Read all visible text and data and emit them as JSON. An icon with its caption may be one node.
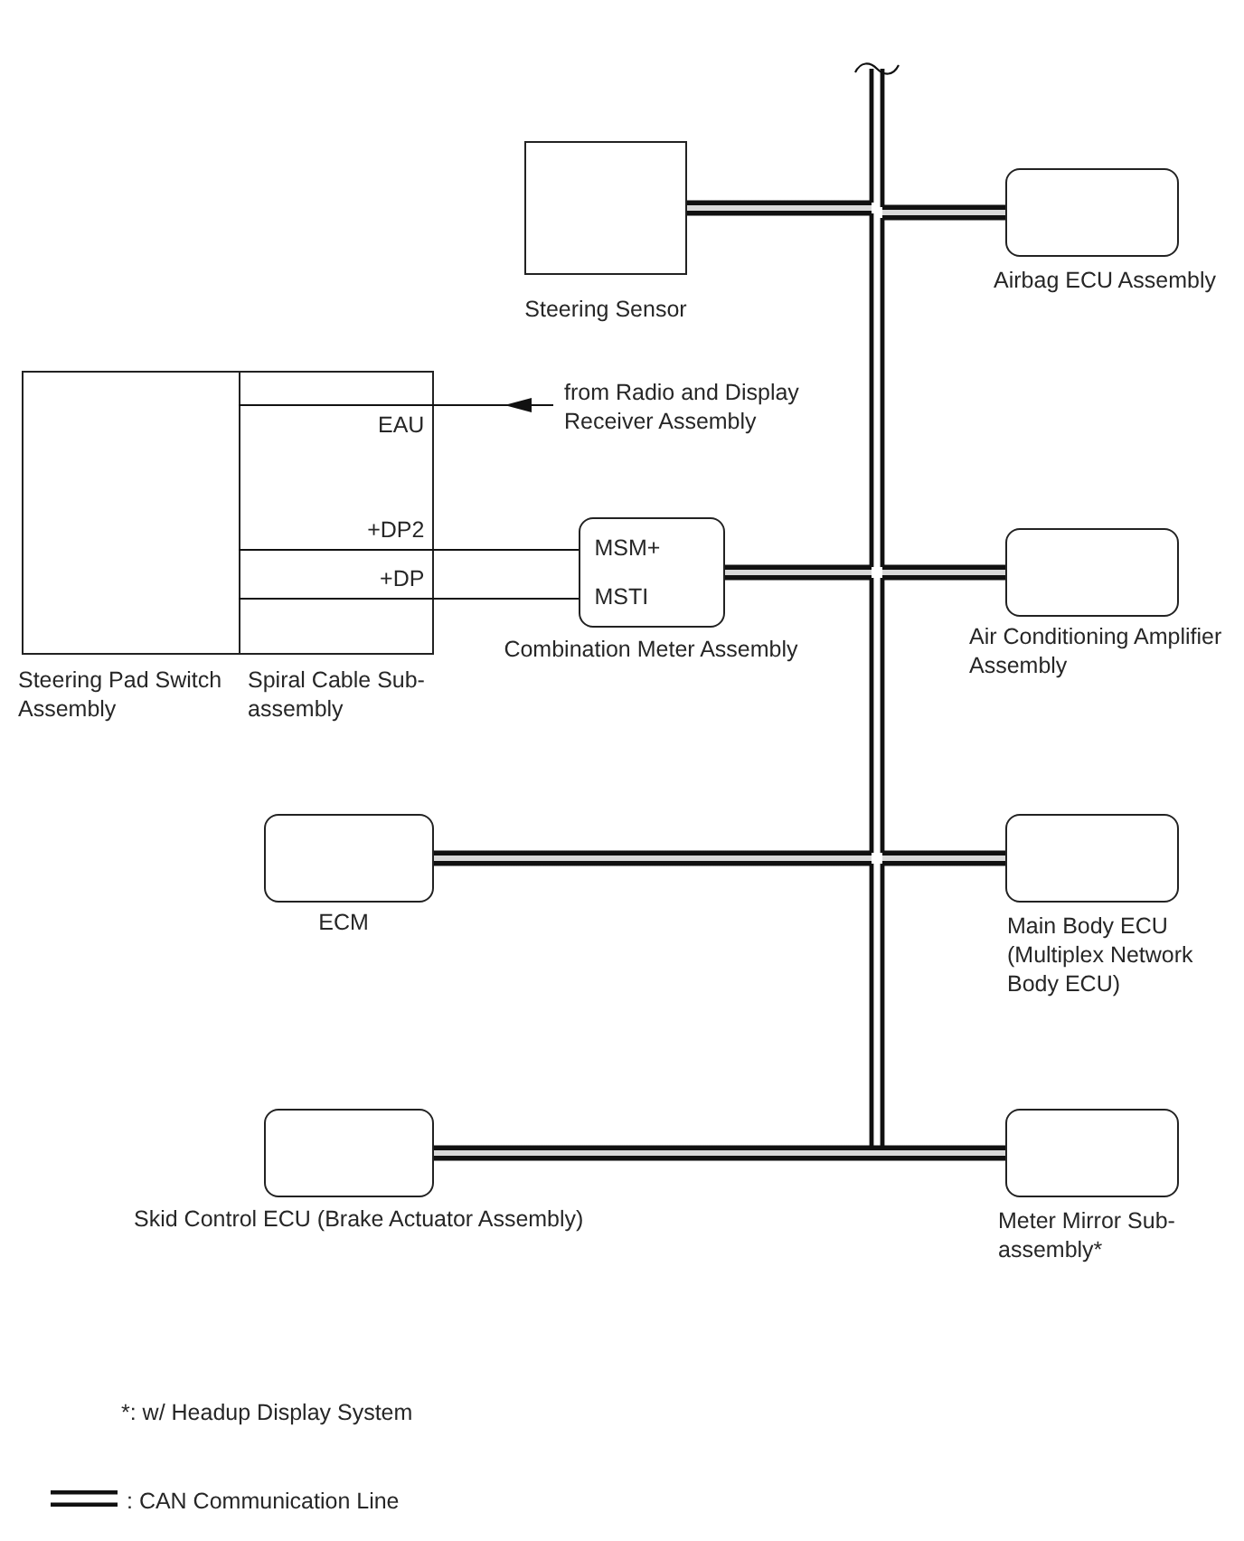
{
  "diagram": {
    "nodes": [
      {
        "text": [
          "Steering Sensor"
        ]
      },
      {
        "text": [
          "Airbag ECU Assembly"
        ]
      },
      {
        "text": [
          "Steering Pad Switch Assembly"
        ]
      },
      {
        "text": [
          "EAU",
          "+DP2",
          "+DP",
          "Spiral Cable Sub-assembly"
        ]
      },
      {
        "text": [
          "from Radio and Display Receiver Assembly"
        ]
      },
      {
        "text": [
          "MSM+",
          "MSTI",
          "Combination Meter Assembly"
        ]
      },
      {
        "text": [
          "Air Conditioning Amplifier Assembly"
        ]
      },
      {
        "text": [
          "ECM"
        ]
      },
      {
        "text": [
          "Main Body ECU (Multiplex Network Body ECU)"
        ]
      },
      {
        "text": [
          "Skid Control ECU (Brake Actuator Assembly)"
        ]
      },
      {
        "text": [
          "Meter Mirror Sub-assembly*"
        ]
      },
      {
        "text": [],
        "shape": "bar"
      }
    ],
    "edges": [
      {
        "from": 0,
        "to": 11,
        "arrow": "none",
        "style": "thick"
      },
      {
        "from": 1,
        "to": 11,
        "arrow": "none",
        "style": "thick"
      },
      {
        "from": 4,
        "to": 3,
        "arrow": "to"
      },
      {
        "from": 3,
        "to": 5,
        "arrow": "none"
      },
      {
        "from": 3,
        "to": 5,
        "arrow": "none"
      },
      {
        "from": 5,
        "to": 11,
        "arrow": "none",
        "style": "thick"
      },
      {
        "from": 6,
        "to": 11,
        "arrow": "none",
        "style": "thick"
      },
      {
        "from": 7,
        "to": 11,
        "arrow": "none",
        "style": "thick"
      },
      {
        "from": 8,
        "to": 11,
        "arrow": "none",
        "style": "thick"
      },
      {
        "from": 9,
        "to": 11,
        "arrow": "none",
        "style": "thick"
      },
      {
        "from": 10,
        "to": 11,
        "arrow": "none",
        "style": "thick"
      }
    ],
    "labels": [
      "*: w/ Headup Display System"
    ],
    "legend": [
      {
        "text": ": CAN Communication Line"
      }
    ]
  }
}
